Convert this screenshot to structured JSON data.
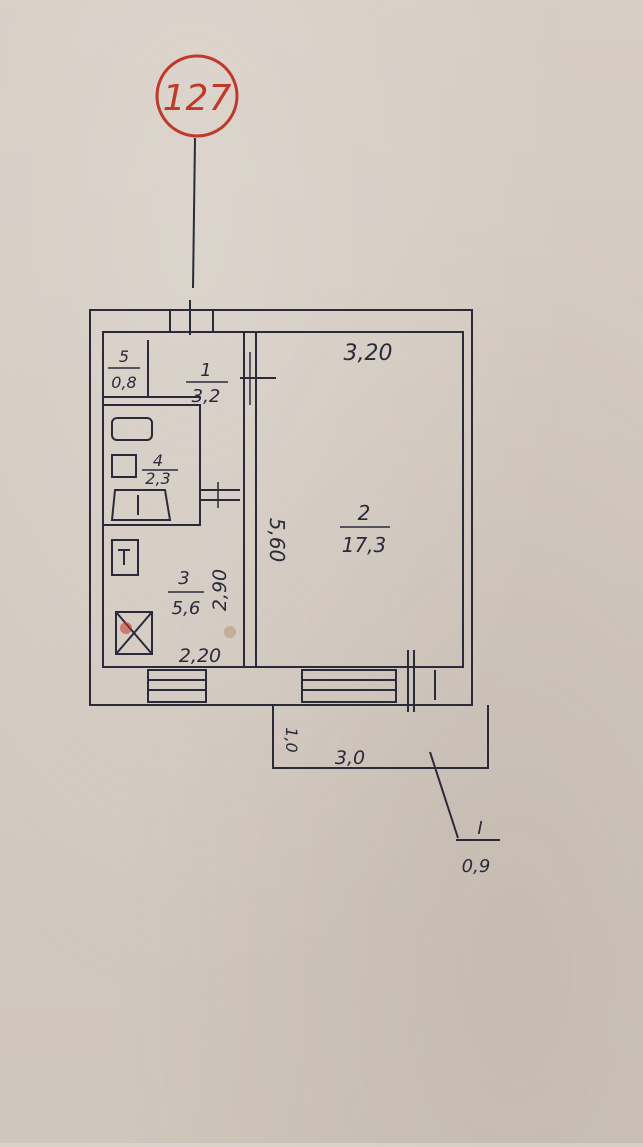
{
  "plan": {
    "stamp_number": "127",
    "overall_width_label": "3,20",
    "room_length_label": "5,60",
    "corridor_length_label": "2,90",
    "corridor_width_label": "2,20",
    "balcony_depth_label": "1,0",
    "balcony_length_label": "3,0",
    "rooms": [
      {
        "number": "1",
        "area": "3,2"
      },
      {
        "number": "2",
        "area": "17,3"
      },
      {
        "number": "3",
        "area": "5,6"
      },
      {
        "number": "4",
        "area": "2,3"
      },
      {
        "number": "5",
        "area": "0,8"
      }
    ],
    "balcony": {
      "number": "I",
      "area": "0,9"
    }
  },
  "colors": {
    "paper": "#d6cdc3",
    "ink": "#2a2a3a",
    "stamp": "#c0392b",
    "stove_mark": "#c0392b"
  }
}
